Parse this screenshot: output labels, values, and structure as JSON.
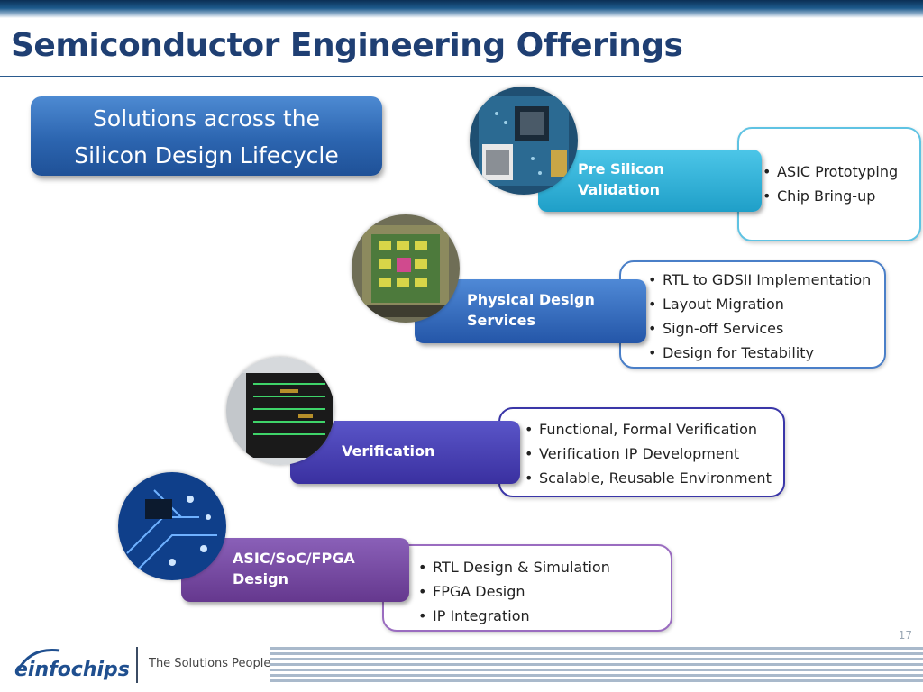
{
  "slide": {
    "title": "Semiconductor Engineering Offerings",
    "page_number": "17",
    "callout": {
      "line1": "Solutions across the",
      "line2": "Silicon Design Lifecycle"
    }
  },
  "offerings": [
    {
      "label_line1": "Pre Silicon",
      "label_line2": "Validation",
      "color": "#2bb3d8",
      "items": [
        "ASIC Prototyping",
        "Chip Bring-up"
      ]
    },
    {
      "label_line1": "Physical Design",
      "label_line2": "Services",
      "color": "#2e6fc0",
      "items": [
        "RTL to GDSII Implementation",
        "Layout Migration",
        "Sign-off Services",
        "Design for Testability"
      ]
    },
    {
      "label_line1": "Verification",
      "label_line2": "",
      "color": "#4b3fb0",
      "items": [
        "Functional, Formal Verification",
        "Verification IP Development",
        "Scalable, Reusable Environment"
      ]
    },
    {
      "label_line1": "ASIC/SoC/FPGA",
      "label_line2": "Design",
      "color": "#7b4ba8",
      "items": [
        "RTL Design & Simulation",
        "FPGA Design",
        "IP Integration"
      ]
    }
  ],
  "footer": {
    "brand": "einfochips",
    "tagline": "The Solutions People"
  }
}
